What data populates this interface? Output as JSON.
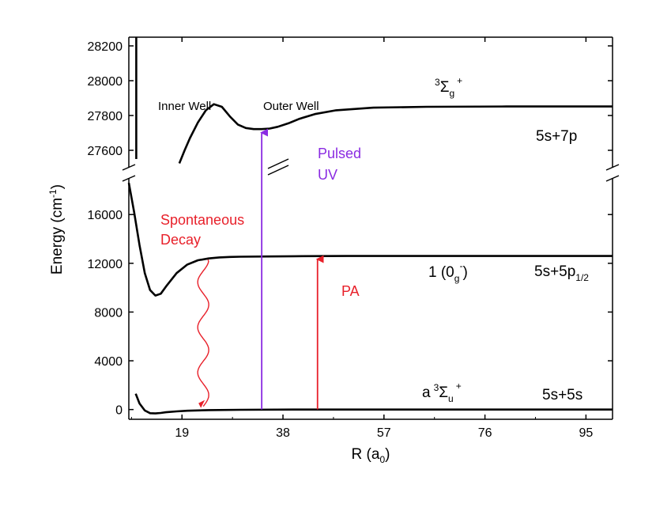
{
  "chart_data": {
    "type": "line",
    "xlabel": "R (a",
    "xlabel_sub": "0",
    "xlabel_end": ")",
    "ylabel": "Energy (cm",
    "ylabel_sup": "-1",
    "ylabel_end": ")",
    "xlim": [
      9,
      100
    ],
    "xticks": [
      19,
      38,
      57,
      76,
      95
    ],
    "y_axis_break": true,
    "upper_ylim": [
      27500,
      28250
    ],
    "upper_yticks": [
      27600,
      27800,
      28000,
      28200
    ],
    "lower_ylim": [
      -800,
      19000
    ],
    "lower_yticks": [
      0,
      4000,
      8000,
      12000,
      16000
    ],
    "grid": false,
    "series": [
      {
        "name": "a 3Σu+",
        "panel": "lower",
        "color": "#000000",
        "x": [
          10.3,
          11,
          12,
          13,
          14,
          15,
          16,
          18,
          20,
          24,
          30,
          40,
          60,
          80,
          100
        ],
        "y": [
          1300,
          500,
          -80,
          -300,
          -320,
          -280,
          -220,
          -150,
          -100,
          -50,
          -20,
          0,
          0,
          0,
          0
        ]
      },
      {
        "name": "1 (0g-)",
        "panel": "lower",
        "color": "#000000",
        "x": [
          9,
          10,
          11,
          12,
          13,
          14,
          15,
          16,
          18,
          20,
          22,
          24,
          26,
          28,
          30,
          35,
          40,
          50,
          60,
          80,
          100
        ],
        "y": [
          18600,
          16200,
          13500,
          11200,
          9800,
          9350,
          9500,
          10100,
          11200,
          11900,
          12250,
          12400,
          12480,
          12520,
          12540,
          12560,
          12580,
          12600,
          12600,
          12600,
          12600
        ]
      },
      {
        "name": "3Σg+",
        "panel": "upper",
        "color": "#000000",
        "x": [
          18.5,
          19.5,
          20.5,
          22,
          23.5,
          25,
          26.5,
          28,
          29.5,
          31,
          32.5,
          34,
          35.5,
          37,
          39,
          41,
          44,
          48,
          55,
          65,
          80,
          100
        ],
        "y": [
          27525,
          27600,
          27670,
          27760,
          27830,
          27865,
          27850,
          27795,
          27748,
          27728,
          27722,
          27722,
          27725,
          27735,
          27755,
          27780,
          27808,
          27830,
          27845,
          27850,
          27852,
          27852
        ]
      },
      {
        "name": "repulsive wall",
        "panel": "upper",
        "color": "#000000",
        "x": [
          10.4,
          10.4
        ],
        "y": [
          27550,
          28250
        ]
      }
    ],
    "arrows": [
      {
        "label": "PA",
        "x": 44.5,
        "from": 0,
        "to": 12600,
        "color": "#e8202a"
      },
      {
        "label": "Pulsed UV",
        "x": 34,
        "from": 0,
        "to": 27720,
        "color": "#8a2be2"
      }
    ],
    "wavy_decay": {
      "x_center": 23,
      "from": 12300,
      "to": 0,
      "color": "#e8202a"
    },
    "labels": {
      "spontaneous": "Spontaneous",
      "decay": "Decay",
      "pulsed": "Pulsed",
      "uv": "UV",
      "pa": "PA",
      "inner_well": "Inner Well",
      "outer_well": "Outer Well",
      "asym_top": "5s+7p",
      "asym_mid": "5s+5p",
      "asym_mid_sub": "1/2",
      "asym_bot": "5s+5s",
      "state_top_sup": "3",
      "state_top_sigma": "Σ",
      "state_top_sub": "g",
      "state_top_plus": "+",
      "state_mid_main": "1 (0",
      "state_mid_sub": "g",
      "state_mid_sup": "-",
      "state_mid_end": ")",
      "state_bot_a": "a",
      "state_bot_sup": "3",
      "state_bot_sigma": "Σ",
      "state_bot_sub": "u",
      "state_bot_plus": "+"
    },
    "colors": {
      "red": "#e8202a",
      "purple": "#8a2be2",
      "axis": "#000000"
    }
  }
}
